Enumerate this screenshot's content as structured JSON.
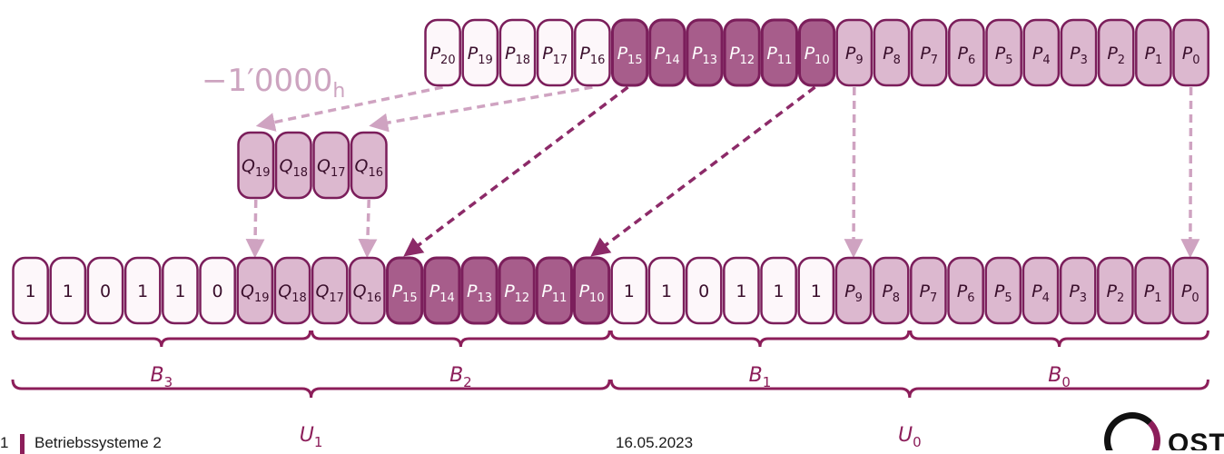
{
  "colors": {
    "white_fill": "#fdf7fa",
    "light_fill": "#dcb8cf",
    "dark_fill": "#a75d8b",
    "stroke": "#7b1e5b",
    "light_arrow": "#cfa3c1",
    "dark_arrow": "#8c2a68",
    "brace": "#8c1e5a",
    "offset_text": "#cda4c0"
  },
  "offset_label": {
    "main": "−1′0000",
    "sub": "h"
  },
  "source_row": [
    {
      "b": "P",
      "s": "20",
      "c": "w"
    },
    {
      "b": "P",
      "s": "19",
      "c": "w"
    },
    {
      "b": "P",
      "s": "18",
      "c": "w"
    },
    {
      "b": "P",
      "s": "17",
      "c": "w"
    },
    {
      "b": "P",
      "s": "16",
      "c": "w"
    },
    {
      "b": "P",
      "s": "15",
      "c": "d"
    },
    {
      "b": "P",
      "s": "14",
      "c": "d"
    },
    {
      "b": "P",
      "s": "13",
      "c": "d"
    },
    {
      "b": "P",
      "s": "12",
      "c": "d"
    },
    {
      "b": "P",
      "s": "11",
      "c": "d"
    },
    {
      "b": "P",
      "s": "10",
      "c": "d"
    },
    {
      "b": "P",
      "s": "9",
      "c": "l"
    },
    {
      "b": "P",
      "s": "8",
      "c": "l"
    },
    {
      "b": "P",
      "s": "7",
      "c": "l"
    },
    {
      "b": "P",
      "s": "6",
      "c": "l"
    },
    {
      "b": "P",
      "s": "5",
      "c": "l"
    },
    {
      "b": "P",
      "s": "4",
      "c": "l"
    },
    {
      "b": "P",
      "s": "3",
      "c": "l"
    },
    {
      "b": "P",
      "s": "2",
      "c": "l"
    },
    {
      "b": "P",
      "s": "1",
      "c": "l"
    },
    {
      "b": "P",
      "s": "0",
      "c": "l"
    }
  ],
  "mid_row": [
    {
      "b": "Q",
      "s": "19",
      "c": "l"
    },
    {
      "b": "Q",
      "s": "18",
      "c": "l"
    },
    {
      "b": "Q",
      "s": "17",
      "c": "l"
    },
    {
      "b": "Q",
      "s": "16",
      "c": "l"
    }
  ],
  "result_row": [
    {
      "b": "1",
      "s": "",
      "c": "w"
    },
    {
      "b": "1",
      "s": "",
      "c": "w"
    },
    {
      "b": "0",
      "s": "",
      "c": "w"
    },
    {
      "b": "1",
      "s": "",
      "c": "w"
    },
    {
      "b": "1",
      "s": "",
      "c": "w"
    },
    {
      "b": "0",
      "s": "",
      "c": "w"
    },
    {
      "b": "Q",
      "s": "19",
      "c": "l"
    },
    {
      "b": "Q",
      "s": "18",
      "c": "l"
    },
    {
      "b": "Q",
      "s": "17",
      "c": "l"
    },
    {
      "b": "Q",
      "s": "16",
      "c": "l"
    },
    {
      "b": "P",
      "s": "15",
      "c": "d"
    },
    {
      "b": "P",
      "s": "14",
      "c": "d"
    },
    {
      "b": "P",
      "s": "13",
      "c": "d"
    },
    {
      "b": "P",
      "s": "12",
      "c": "d"
    },
    {
      "b": "P",
      "s": "11",
      "c": "d"
    },
    {
      "b": "P",
      "s": "10",
      "c": "d"
    },
    {
      "b": "1",
      "s": "",
      "c": "w"
    },
    {
      "b": "1",
      "s": "",
      "c": "w"
    },
    {
      "b": "0",
      "s": "",
      "c": "w"
    },
    {
      "b": "1",
      "s": "",
      "c": "w"
    },
    {
      "b": "1",
      "s": "",
      "c": "w"
    },
    {
      "b": "1",
      "s": "",
      "c": "w"
    },
    {
      "b": "P",
      "s": "9",
      "c": "l"
    },
    {
      "b": "P",
      "s": "8",
      "c": "l"
    },
    {
      "b": "P",
      "s": "7",
      "c": "l"
    },
    {
      "b": "P",
      "s": "6",
      "c": "l"
    },
    {
      "b": "P",
      "s": "5",
      "c": "l"
    },
    {
      "b": "P",
      "s": "4",
      "c": "l"
    },
    {
      "b": "P",
      "s": "3",
      "c": "l"
    },
    {
      "b": "P",
      "s": "2",
      "c": "l"
    },
    {
      "b": "P",
      "s": "1",
      "c": "l"
    },
    {
      "b": "P",
      "s": "0",
      "c": "l"
    }
  ],
  "byte_braces": [
    {
      "b": "B",
      "s": "3",
      "from": 0,
      "to": 7
    },
    {
      "b": "B",
      "s": "2",
      "from": 8,
      "to": 15
    },
    {
      "b": "B",
      "s": "1",
      "from": 16,
      "to": 23
    },
    {
      "b": "B",
      "s": "0",
      "from": 24,
      "to": 31
    }
  ],
  "unit_braces": [
    {
      "b": "U",
      "s": "1",
      "from": 0,
      "to": 15
    },
    {
      "b": "U",
      "s": "0",
      "from": 16,
      "to": 31
    }
  ],
  "arrows": [
    {
      "from_row": "source",
      "from_index": 0,
      "to_row": "mid",
      "to_index": 0,
      "tone": "light"
    },
    {
      "from_row": "source",
      "from_index": 4,
      "to_row": "mid",
      "to_index": 3,
      "tone": "light"
    },
    {
      "from_row": "source",
      "from_index": 5,
      "to_row": "result",
      "to_index": 10,
      "tone": "dark"
    },
    {
      "from_row": "source",
      "from_index": 10,
      "to_row": "result",
      "to_index": 15,
      "tone": "dark"
    },
    {
      "from_row": "source",
      "from_index": 11,
      "to_row": "result",
      "to_index": 22,
      "tone": "light"
    },
    {
      "from_row": "source",
      "from_index": 20,
      "to_row": "result",
      "to_index": 31,
      "tone": "light"
    },
    {
      "from_row": "mid",
      "from_index": 0,
      "to_row": "result",
      "to_index": 6,
      "tone": "light"
    },
    {
      "from_row": "mid",
      "from_index": 3,
      "to_row": "result",
      "to_index": 9,
      "tone": "light"
    }
  ],
  "footer": {
    "page": "1",
    "course": "Betriebssysteme 2",
    "date": "16.05.2023",
    "logo_text": "OST"
  }
}
